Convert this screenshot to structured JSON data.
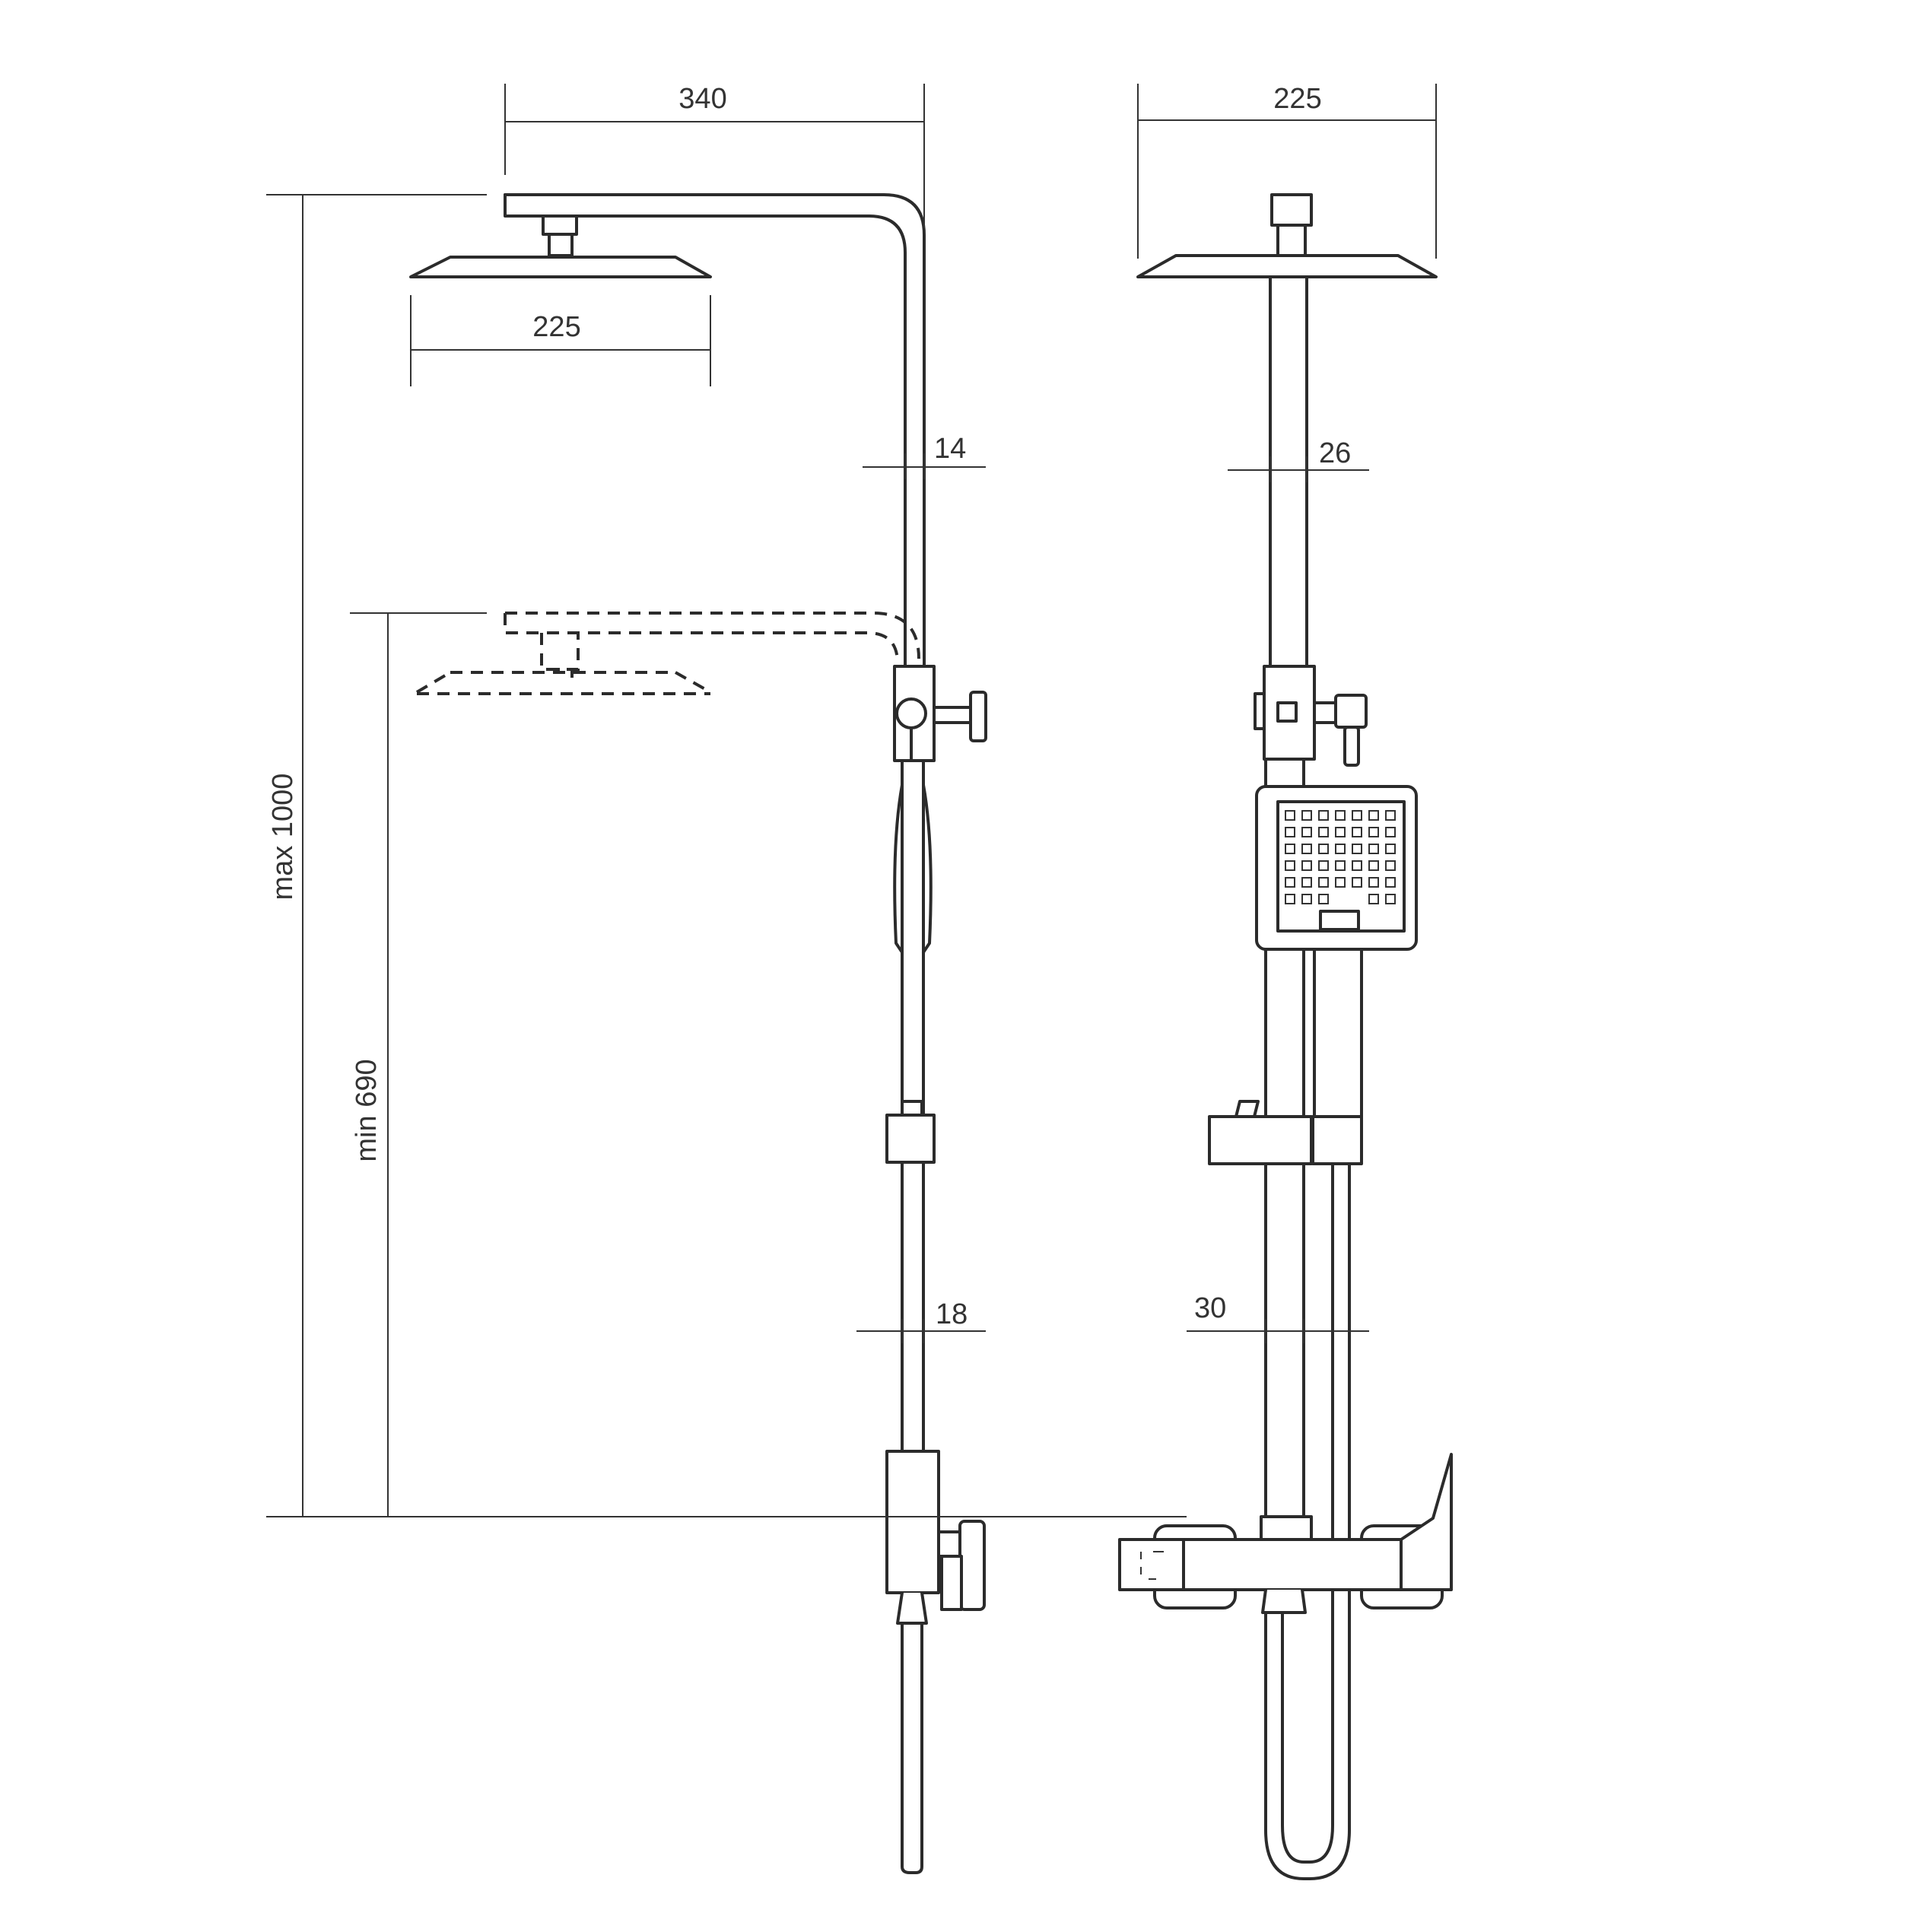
{
  "dimensions": {
    "arm_length": "340",
    "head_width_side": "225",
    "head_width_front": "225",
    "upper_pipe_side": "14",
    "upper_pipe_front": "26",
    "lower_pipe_side": "18",
    "lower_pipe_front": "30",
    "max_height": "max 1000",
    "min_height": "min 690"
  },
  "colors": {
    "line": "#2b2b2b",
    "dimension": "#333333",
    "background": "#ffffff"
  }
}
